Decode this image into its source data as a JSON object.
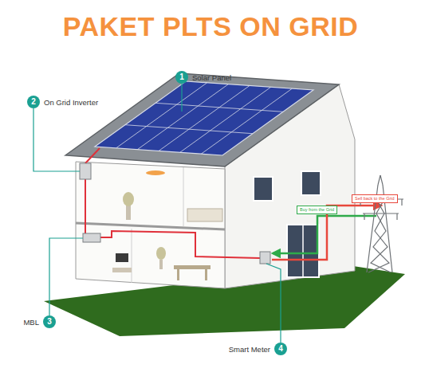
{
  "diagram": {
    "title": "PAKET PLTS ON GRID",
    "nodes": [
      {
        "text": [
          "1",
          "Solar Panel"
        ]
      },
      {
        "text": [
          "2",
          "On Grid Inverter"
        ]
      },
      {
        "text": [
          "Sell back to the Grid"
        ]
      },
      {
        "text": [
          "Buy from the Grid"
        ]
      },
      {
        "text": [
          "MBL",
          "3"
        ]
      },
      {
        "text": [
          "Smart Meter",
          "4"
        ]
      }
    ]
  }
}
